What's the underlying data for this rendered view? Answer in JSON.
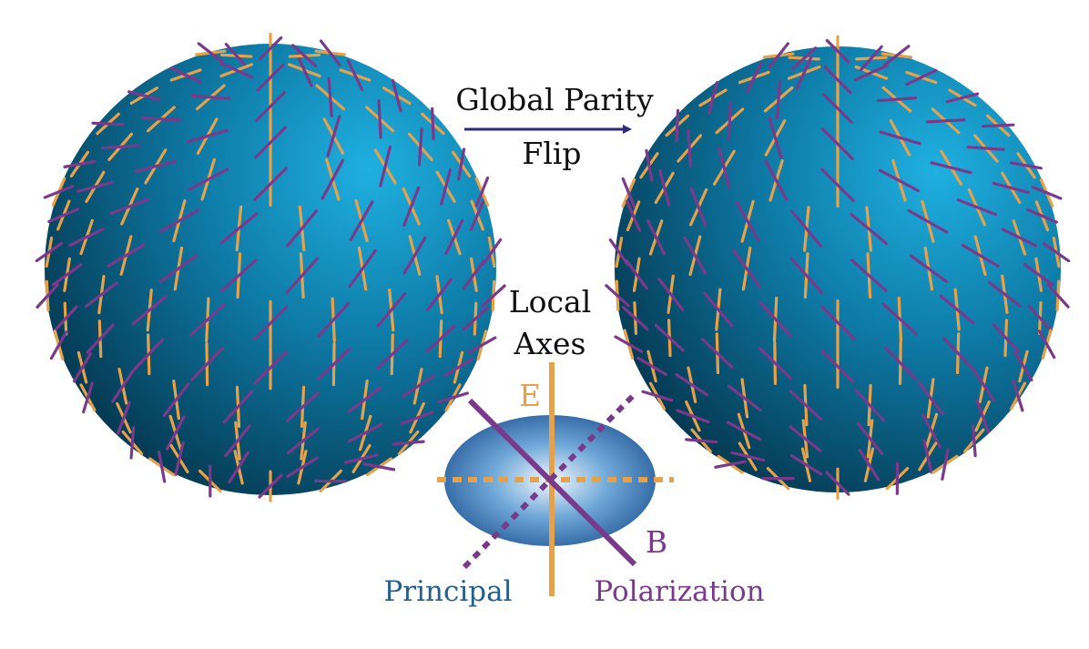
{
  "labels": {
    "global_parity_line1": "Global Parity",
    "global_parity_line2": "Flip",
    "local_line1": "Local",
    "local_line2": "Axes",
    "e_label": "E",
    "b_label": "B",
    "principal": "Principal",
    "polarization": "Polarization"
  },
  "colors": {
    "sphere_light": "#1aa6d6",
    "sphere_mid": "#0d6f9a",
    "sphere_dark": "#053a52",
    "e_mode": "#e6a24a",
    "b_mode": "#7a3a8c",
    "arrow": "#2d2a78",
    "text_dark": "#111111",
    "principal_text": "#235f8f"
  }
}
